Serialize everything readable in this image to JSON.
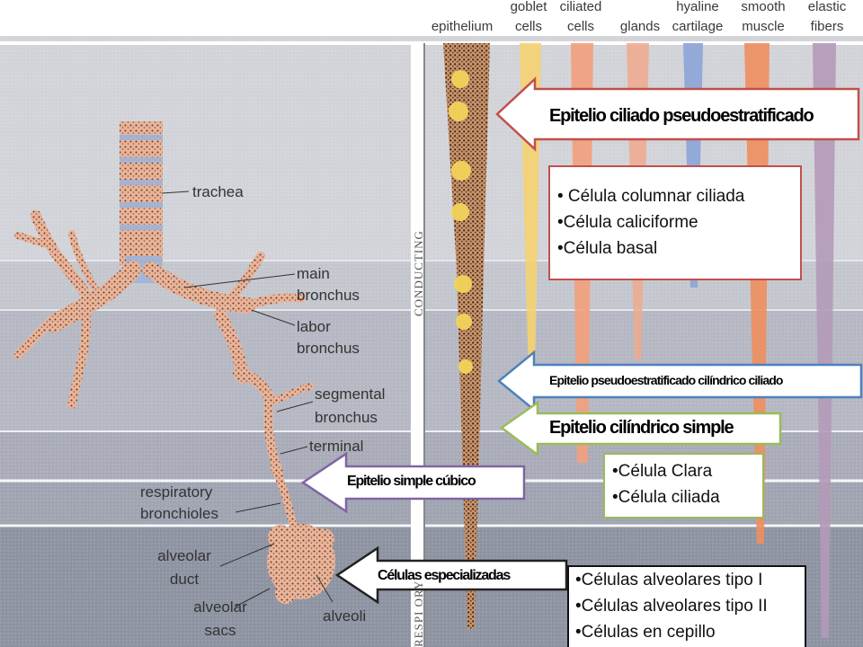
{
  "header": {
    "epithelium": "epithelium",
    "goblet_cells": [
      "goblet",
      "cells"
    ],
    "ciliated_cells": [
      "ciliated",
      "cells"
    ],
    "glands": "glands",
    "hyaline_cartilage": [
      "hyaline",
      "cartilage"
    ],
    "smooth_muscle": [
      "smooth",
      "muscle"
    ],
    "elastic_fibers": [
      "elastic",
      "fibers"
    ]
  },
  "anatomy_labels": {
    "trachea": "trachea",
    "main_bronchus": [
      "main",
      "bronchus"
    ],
    "labor_bronchus": [
      "labor",
      "bronchus"
    ],
    "segmental_bronchus": [
      "segmental",
      "bronchus"
    ],
    "terminal_bronchiole": "terminal",
    "respiratory_bronchioles": [
      "respiratory",
      "bronchioles"
    ],
    "alveolar_duct": [
      "alveolar",
      "duct"
    ],
    "alveolar_sacs": [
      "alveolar",
      "sacs"
    ],
    "alveoli": "alveoli"
  },
  "zones": {
    "conducting": "CONDUCTING",
    "respiratory": "RESPI    ORY"
  },
  "arrows": {
    "pseudostratified_ciliated": "Epitelio ciliado pseudoestratificado",
    "pseudostratified_columnar": "Epitelio pseudoestratificado  cilíndrico ciliado",
    "simple_columnar": "Epitelio cilíndrico simple",
    "simple_cuboidal": "Epitelio simple cúbico",
    "specialized_cells": "Células especializadas"
  },
  "boxes": {
    "trachea_cells": [
      "• Célula columnar ciliada",
      "•Célula caliciforme",
      "•Célula basal"
    ],
    "bronchiole_cells": [
      "•Célula Clara",
      "•Célula ciliada"
    ],
    "alveolar_cells": [
      "•Células alveolares tipo I",
      "•Células alveolares tipo II",
      "•Células en cepillo"
    ]
  },
  "colors": {
    "red_arrow": "#c0504d",
    "blue_arrow": "#4f81bd",
    "green_arrow": "#9bbb59",
    "purple_arrow": "#8064a2",
    "goblet": "#f5d270",
    "ciliated": "#f2a07c",
    "glands": "#f0a98c",
    "cartilage": "#8fa8d8",
    "smooth_muscle": "#f08e5e",
    "elastic": "#b39ab8"
  }
}
